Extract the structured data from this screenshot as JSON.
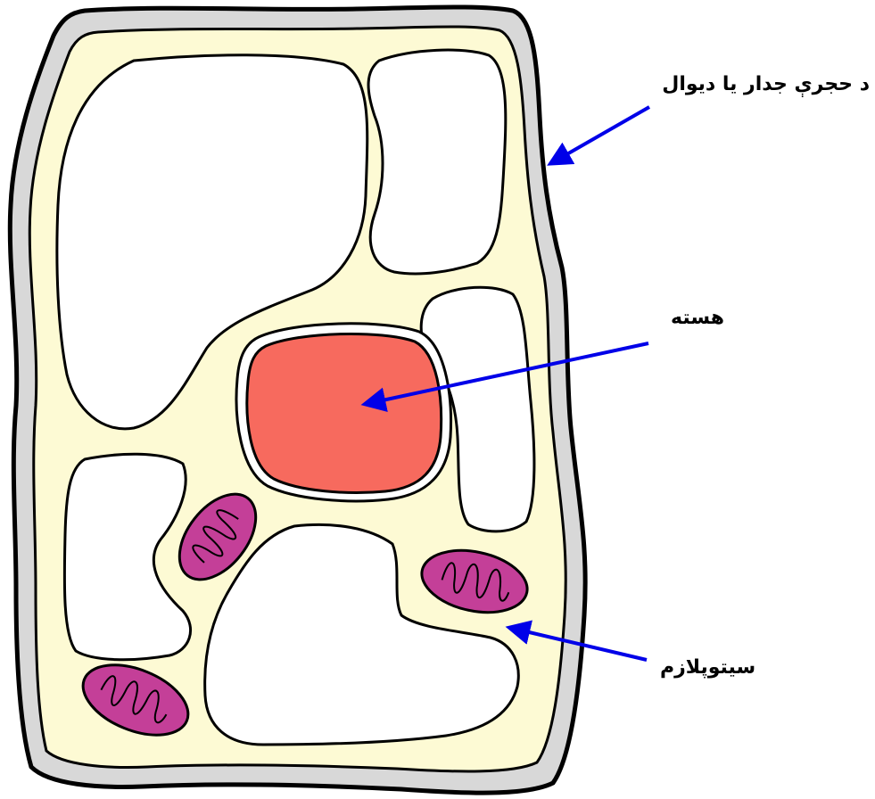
{
  "labels": {
    "cell_wall": "د حجرې جدار یا دیوال",
    "nucleus": "هسته",
    "cytoplasm": "سیتوپلازم"
  },
  "colors": {
    "cell_wall": "#d8d8d8",
    "cytoplasm": "#fdfad4",
    "nucleus": "#f76a5e",
    "mitochondria": "#c43f98",
    "vacuole": "#ffffff",
    "outline": "#000000",
    "arrow": "#0000e8"
  },
  "icons": {
    "arrow": "arrow-icon"
  }
}
